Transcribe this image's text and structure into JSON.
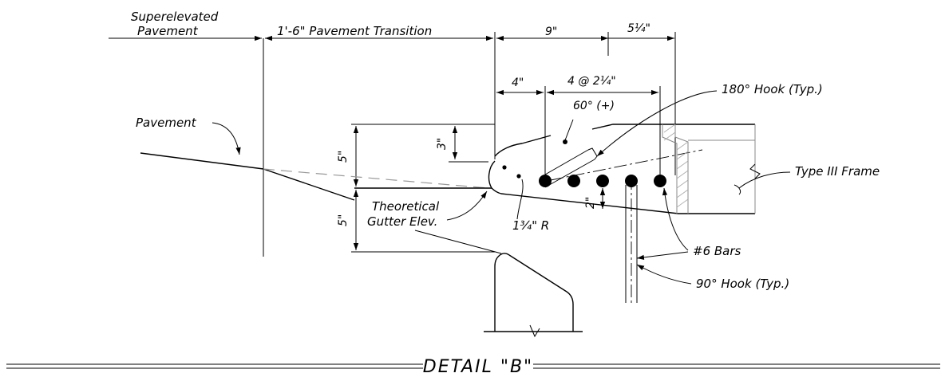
{
  "labels": {
    "superelevated_line1": "Superelevated",
    "superelevated_line2": "Pavement",
    "pavement_transition": "1'-6\" Pavement Transition",
    "dim_9": "9\"",
    "dim_5_25": "5¼\"",
    "dim_4": "4\"",
    "dim_4_at": "4 @ 2¼\"",
    "hook_180": "180° Hook (Typ.)",
    "angle_60": "60° (+)",
    "pavement": "Pavement",
    "dim_3": "3\"",
    "dim_5_top": "5\"",
    "dim_5_bottom": "5\"",
    "dim_2": "2\"",
    "type_iii_frame": "Type III Frame",
    "theoretical_line1": "Theoretical",
    "theoretical_line2": "Gutter Elev.",
    "radius": "1¾\" R",
    "bars": "#6 Bars",
    "hook_90": "90° Hook (Typ.)"
  },
  "title": "DETAIL \"B\""
}
